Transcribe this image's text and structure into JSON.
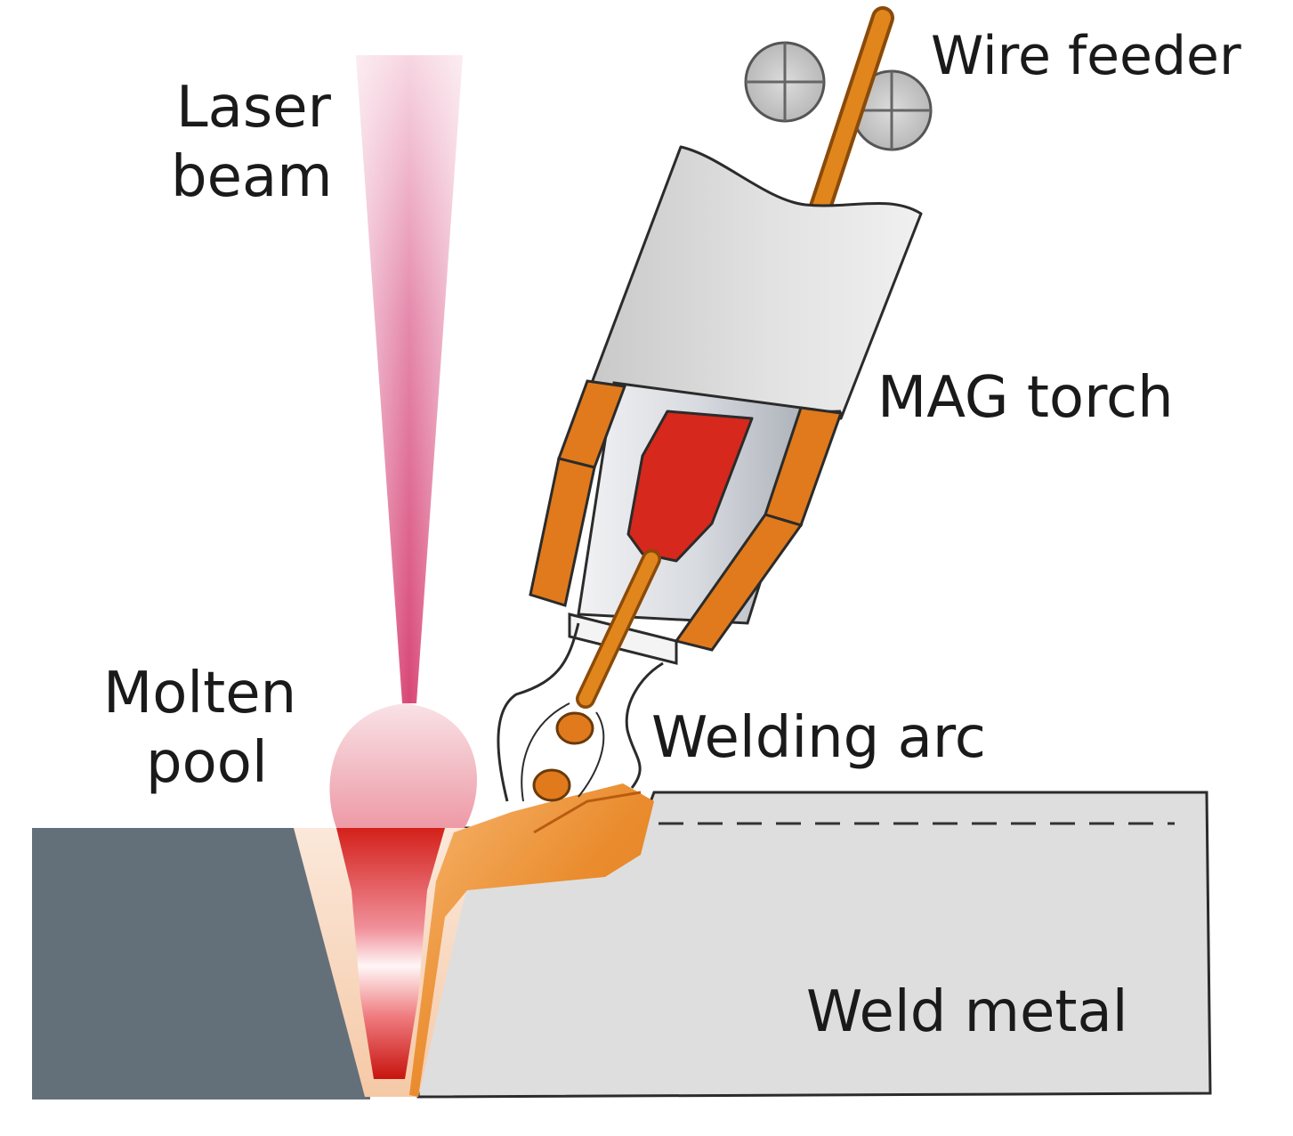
{
  "labels": {
    "laser_beam_line1": "Laser",
    "laser_beam_line2": "beam",
    "wire_feeder": "Wire feeder",
    "mag_torch": "MAG torch",
    "molten_pool_line1": "Molten",
    "molten_pool_line2": "pool",
    "welding_arc": "Welding arc",
    "weld_metal": "Weld metal"
  },
  "colors": {
    "base_plate_dark": "#647079",
    "weld_plate_light": "#dedede",
    "laser_pink": "#d9467a",
    "molten_red": "#d42a24",
    "weld_orange": "#e8862a",
    "torch_grey": "#c8c8c8",
    "torch_orange": "#e07a1c",
    "contact_tip_red": "#d6281c",
    "wire_orange": "#e0861c"
  }
}
